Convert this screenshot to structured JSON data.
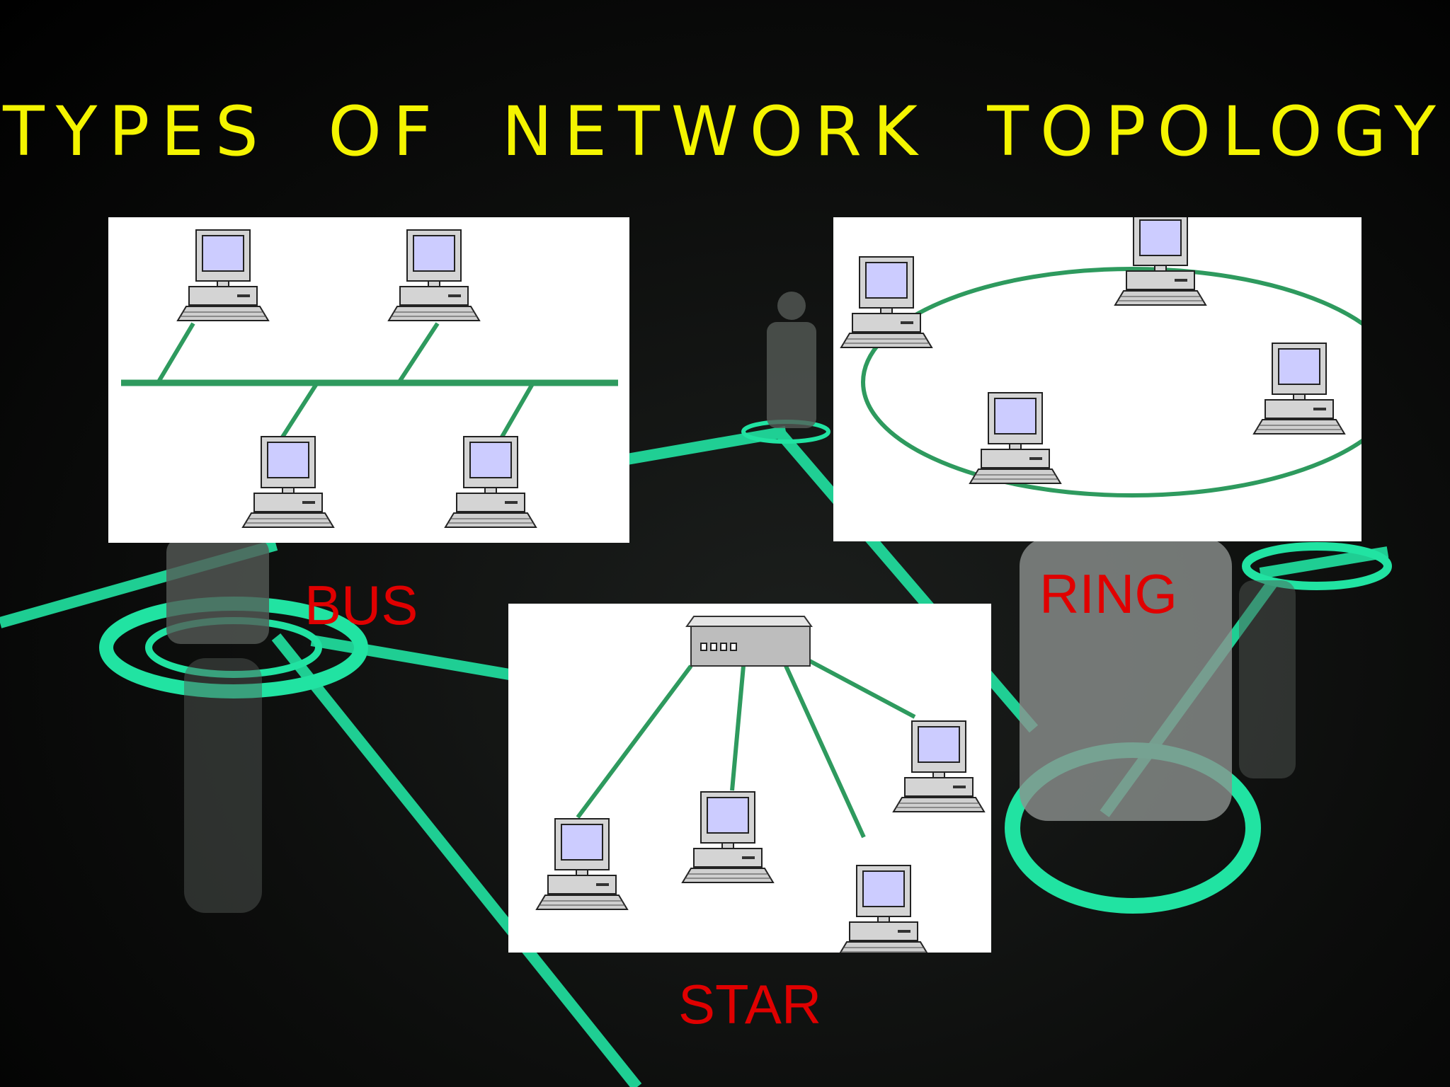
{
  "slide": {
    "title": "TYPES OF NETWORK TOPOLOGY",
    "colors": {
      "title": "#f4f400",
      "label": "#e00000",
      "link": "#2e9a5e",
      "glow": "#21e3a2"
    }
  },
  "diagrams": {
    "bus": {
      "label": "BUS"
    },
    "ring": {
      "label": "RING"
    },
    "star": {
      "label": "STAR",
      "hub_icon": "network-hub-icon"
    }
  }
}
